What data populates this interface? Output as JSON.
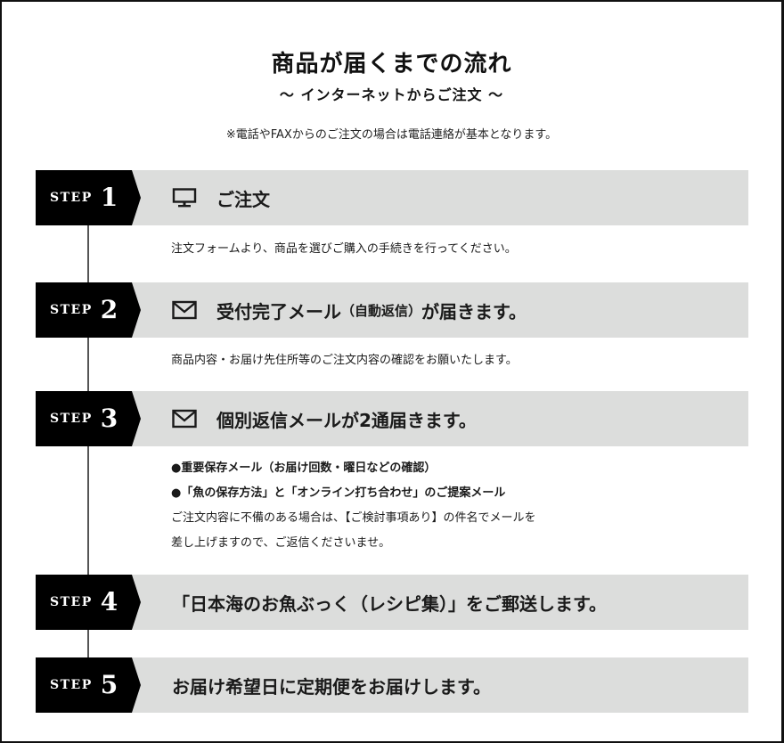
{
  "header": {
    "title": "商品が届くまでの流れ",
    "subtitle": "～ インターネットからご注文 ～",
    "note": "※電話やFAXからのご注文の場合は電話連絡が基本となります。"
  },
  "colors": {
    "badge_bg": "#000000",
    "bar_bg": "#dcdddc",
    "connector": "#555555",
    "border": "#111111"
  },
  "steps": [
    {
      "word": "STEP",
      "number": "1",
      "icon": "monitor-icon",
      "title": "ご注文",
      "description": [
        "注文フォームより、商品を選びご購入の手続きを行ってください。"
      ]
    },
    {
      "word": "STEP",
      "number": "2",
      "icon": "envelope-icon",
      "title_main": "受付完了メール",
      "title_small": "（自動返信）",
      "title_end": "が届きます。",
      "description": [
        "商品内容・お届け先住所等のご注文内容の確認をお願いたします。"
      ]
    },
    {
      "word": "STEP",
      "number": "3",
      "icon": "envelope-icon",
      "title": "個別返信メールが2通届きます。",
      "description": [
        "●重要保存メール（お届け回数・曜日などの確認）",
        "●「魚の保存方法」と「オンライン打ち合わせ」のご提案メール",
        "ご注文内容に不備のある場合は、【ご検討事項あり】の件名でメールを",
        "差し上げますので、ご返信くださいませ。"
      ]
    },
    {
      "word": "STEP",
      "number": "4",
      "title": "「日本海のお魚ぶっく（レシピ集）」をご郵送します。"
    },
    {
      "word": "STEP",
      "number": "5",
      "title": "お届け希望日に定期便をお届けします。"
    }
  ]
}
